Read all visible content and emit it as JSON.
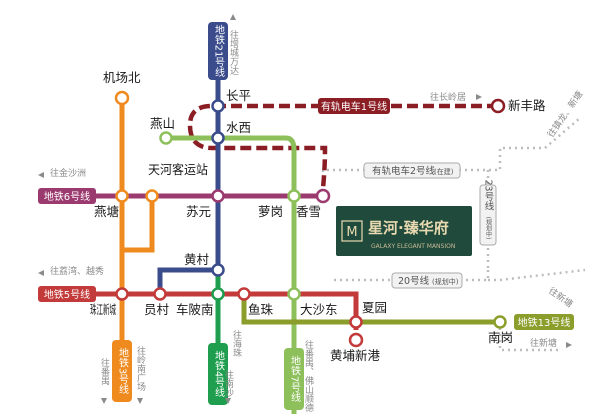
{
  "lines": {
    "line21": "地铁21号线",
    "line6": "地铁6号线",
    "line5": "地铁5号线",
    "line3": "地铁3号线",
    "line4": "地铁4号线",
    "line7": "地铁7号线",
    "line13": "地铁13号线",
    "tram1": "有轨电车1号线",
    "tram2": "有轨电车2号线",
    "tram2_status": "(在建)",
    "line23": "23号线",
    "line23_status": "(规划中)",
    "line20": "20号线",
    "line20_status": "(规划中)"
  },
  "stations": {
    "changping": "长平",
    "shuixi": "水西",
    "yanshan": "燕山",
    "jichangbei": "机场北",
    "tianhe_keyunzhan": "天河客运站",
    "yantang": "燕塘",
    "suyuan": "苏元",
    "luogang": "萝岗",
    "xiangxue": "香雪",
    "xinfenglu": "新丰路",
    "huangcun": "黄村",
    "zhujiang_xincheng": "珠江新城",
    "yuancun": "员村",
    "chebeinan": "车陂南",
    "yuzhu": "鱼珠",
    "dashadong": "大沙东",
    "xiayuan": "夏园",
    "huangpu_xingang": "黄埔新港",
    "nangang": "南岗"
  },
  "directions": {
    "to_zengcheng": "往增城万达",
    "to_changling": "往长岭居",
    "to_jinshazhou": "往金沙洲",
    "to_lixiang_yuexiu": "往荔湾、越秀",
    "to_zhenlong": "往镇龙、新塘",
    "to_shilong": "往新塘",
    "to_xinsha": "往新沙",
    "to_panyu_3": "往番禺",
    "to_lingnan": "往岭南广场",
    "to_haizhu": "往海珠",
    "to_nansha": "往南沙",
    "to_panyu_foshan": "往番禺、佛山顺德",
    "to_xintang": "往新塘"
  },
  "project": {
    "name": "星河·臻华府",
    "subtitle": "GALAXY ELEGANT MANSION"
  },
  "colors": {
    "line21": "#3b4c8c",
    "line6": "#9b3a6f",
    "line5": "#c23a3a",
    "line3": "#ef8a1f",
    "line4": "#1e9e4e",
    "line7": "#8dc05b",
    "line13": "#8b9e2b",
    "tram1": "#8b1e24",
    "planned": "#b7b7b7",
    "tram2_tag": "#9a9a9a",
    "project_bg": "#1f4a3c"
  }
}
